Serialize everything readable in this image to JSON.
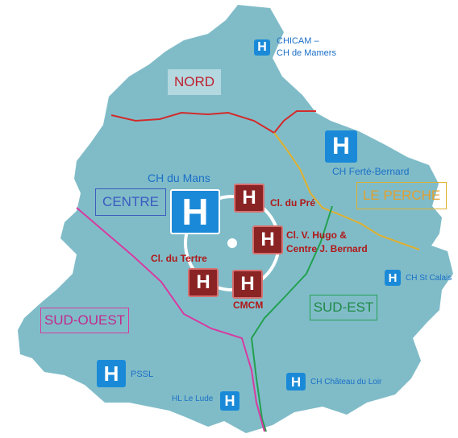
{
  "colors": {
    "map_fill": "#80bcc8",
    "hospital_blue": "#1a8ad8",
    "clinic_red": "#8a2323",
    "label_blue": "#1a6fc7",
    "label_red": "#b01818",
    "border_nord": "#d22b2b",
    "border_perche": "#e0b030",
    "border_sud_est": "#22a050",
    "border_sud_ouest": "#d73aa0"
  },
  "zones": {
    "nord": "NORD",
    "centre": "CENTRE",
    "le_perche": "LE PERCHE",
    "sud_est": "SUD-EST",
    "sud_ouest": "SUD-OUEST"
  },
  "hospital_icon_letter": "H",
  "hospitals": {
    "chicam": {
      "line1": "CHICAM –",
      "line2": "CH de Mamers"
    },
    "ch_ferte_bernard": "CH Ferté-Bernard",
    "ch_du_mans": "CH du Mans",
    "ch_st_calais": "CH St Calais",
    "pssl": "PSSL",
    "ch_chateau_du_loir": "CH Château du Loir",
    "hl_le_lude": "HL Le Lude"
  },
  "clinics": {
    "cl_du_pre": "Cl. du Pré",
    "cl_v_hugo": {
      "line1": "Cl. V. Hugo &",
      "line2": "Centre J. Bernard"
    },
    "cl_du_tertre": "Cl. du Tertre",
    "cmcm": "CMCM"
  }
}
